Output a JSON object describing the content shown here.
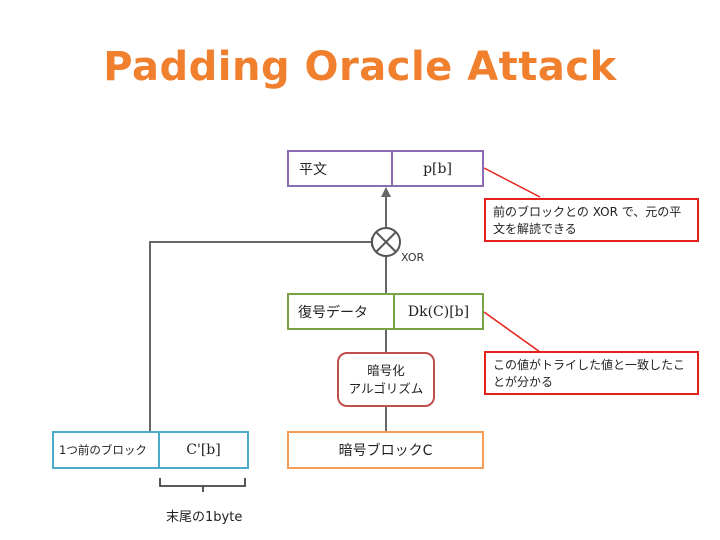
{
  "title": "Padding Oracle Attack",
  "plaintext": {
    "label": "平文",
    "value": "p[b]"
  },
  "xor": {
    "label": "XOR"
  },
  "decrypted": {
    "label": "復号データ",
    "value": "Dk(C)[b]"
  },
  "algorithm": {
    "line1": "暗号化",
    "line2": "アルゴリズム"
  },
  "cipher_block": {
    "label": "暗号ブロックC"
  },
  "prev_block": {
    "label": "1つ前のブロック",
    "value": "C'[b]"
  },
  "last_byte": {
    "label": "末尾の1byte"
  },
  "note_top": {
    "line1": "前のブロックとの XOR で、元の平",
    "line2": "文を解読できる"
  },
  "note_bottom": {
    "line1": "この値がトライした値と一致したこ",
    "line2": "とが分かる"
  },
  "colors": {
    "title": "#f07f2e",
    "plaintext_border": "#8b6bb1",
    "decrypted_border": "#7aa346",
    "algorithm_border": "#c0504d",
    "cipher_border": "#f59d56",
    "prev_border": "#4aacc6",
    "note_border": "#e8201a",
    "wire": "#666666"
  }
}
